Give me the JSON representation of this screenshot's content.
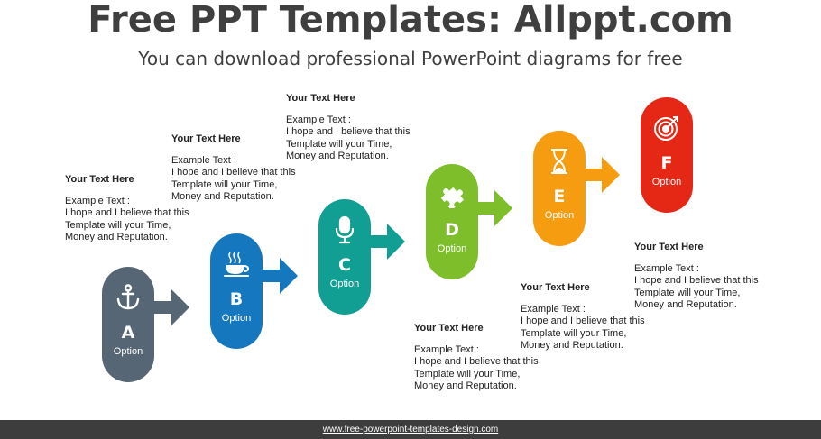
{
  "header": {
    "title": "Free PPT Templates: Allppt.com",
    "subtitle": "You can download professional PowerPoint diagrams for free"
  },
  "steps": [
    {
      "letter": "A",
      "option": "Option",
      "color": "#566674",
      "icon": "anchor-icon"
    },
    {
      "letter": "B",
      "option": "Option",
      "color": "#1577bd",
      "icon": "coffee-cup-icon"
    },
    {
      "letter": "C",
      "option": "Option",
      "color": "#119e93",
      "icon": "microphone-icon"
    },
    {
      "letter": "D",
      "option": "Option",
      "color": "#7ebe2b",
      "icon": "puzzle-piece-icon"
    },
    {
      "letter": "E",
      "option": "Option",
      "color": "#f59c10",
      "icon": "hourglass-icon"
    },
    {
      "letter": "F",
      "option": "Option",
      "color": "#e52816",
      "icon": "target-icon"
    }
  ],
  "text_blocks": [
    {
      "heading": "Your Text Here",
      "label": "Example Text :",
      "body": "I hope and I believe that this Template will your Time, Money and Reputation."
    },
    {
      "heading": "Your Text Here",
      "label": "Example Text :",
      "body": "I hope and I believe that this Template will your Time, Money and Reputation."
    },
    {
      "heading": "Your Text Here",
      "label": "Example Text :",
      "body": "I hope and I believe that this Template will your Time, Money and Reputation."
    },
    {
      "heading": "Your Text Here",
      "label": "Example Text :",
      "body": "I hope and I believe that this Template will your Time, Money and Reputation."
    },
    {
      "heading": "Your Text Here",
      "label": "Example Text :",
      "body": "I hope and I believe that this Template will your Time, Money and Reputation."
    },
    {
      "heading": "Your Text Here",
      "label": "Example Text :",
      "body": "I hope and I believe that this Template will your Time, Money and Reputation."
    }
  ],
  "footer": {
    "url": "www.free-powerpoint-templates-design.com"
  }
}
